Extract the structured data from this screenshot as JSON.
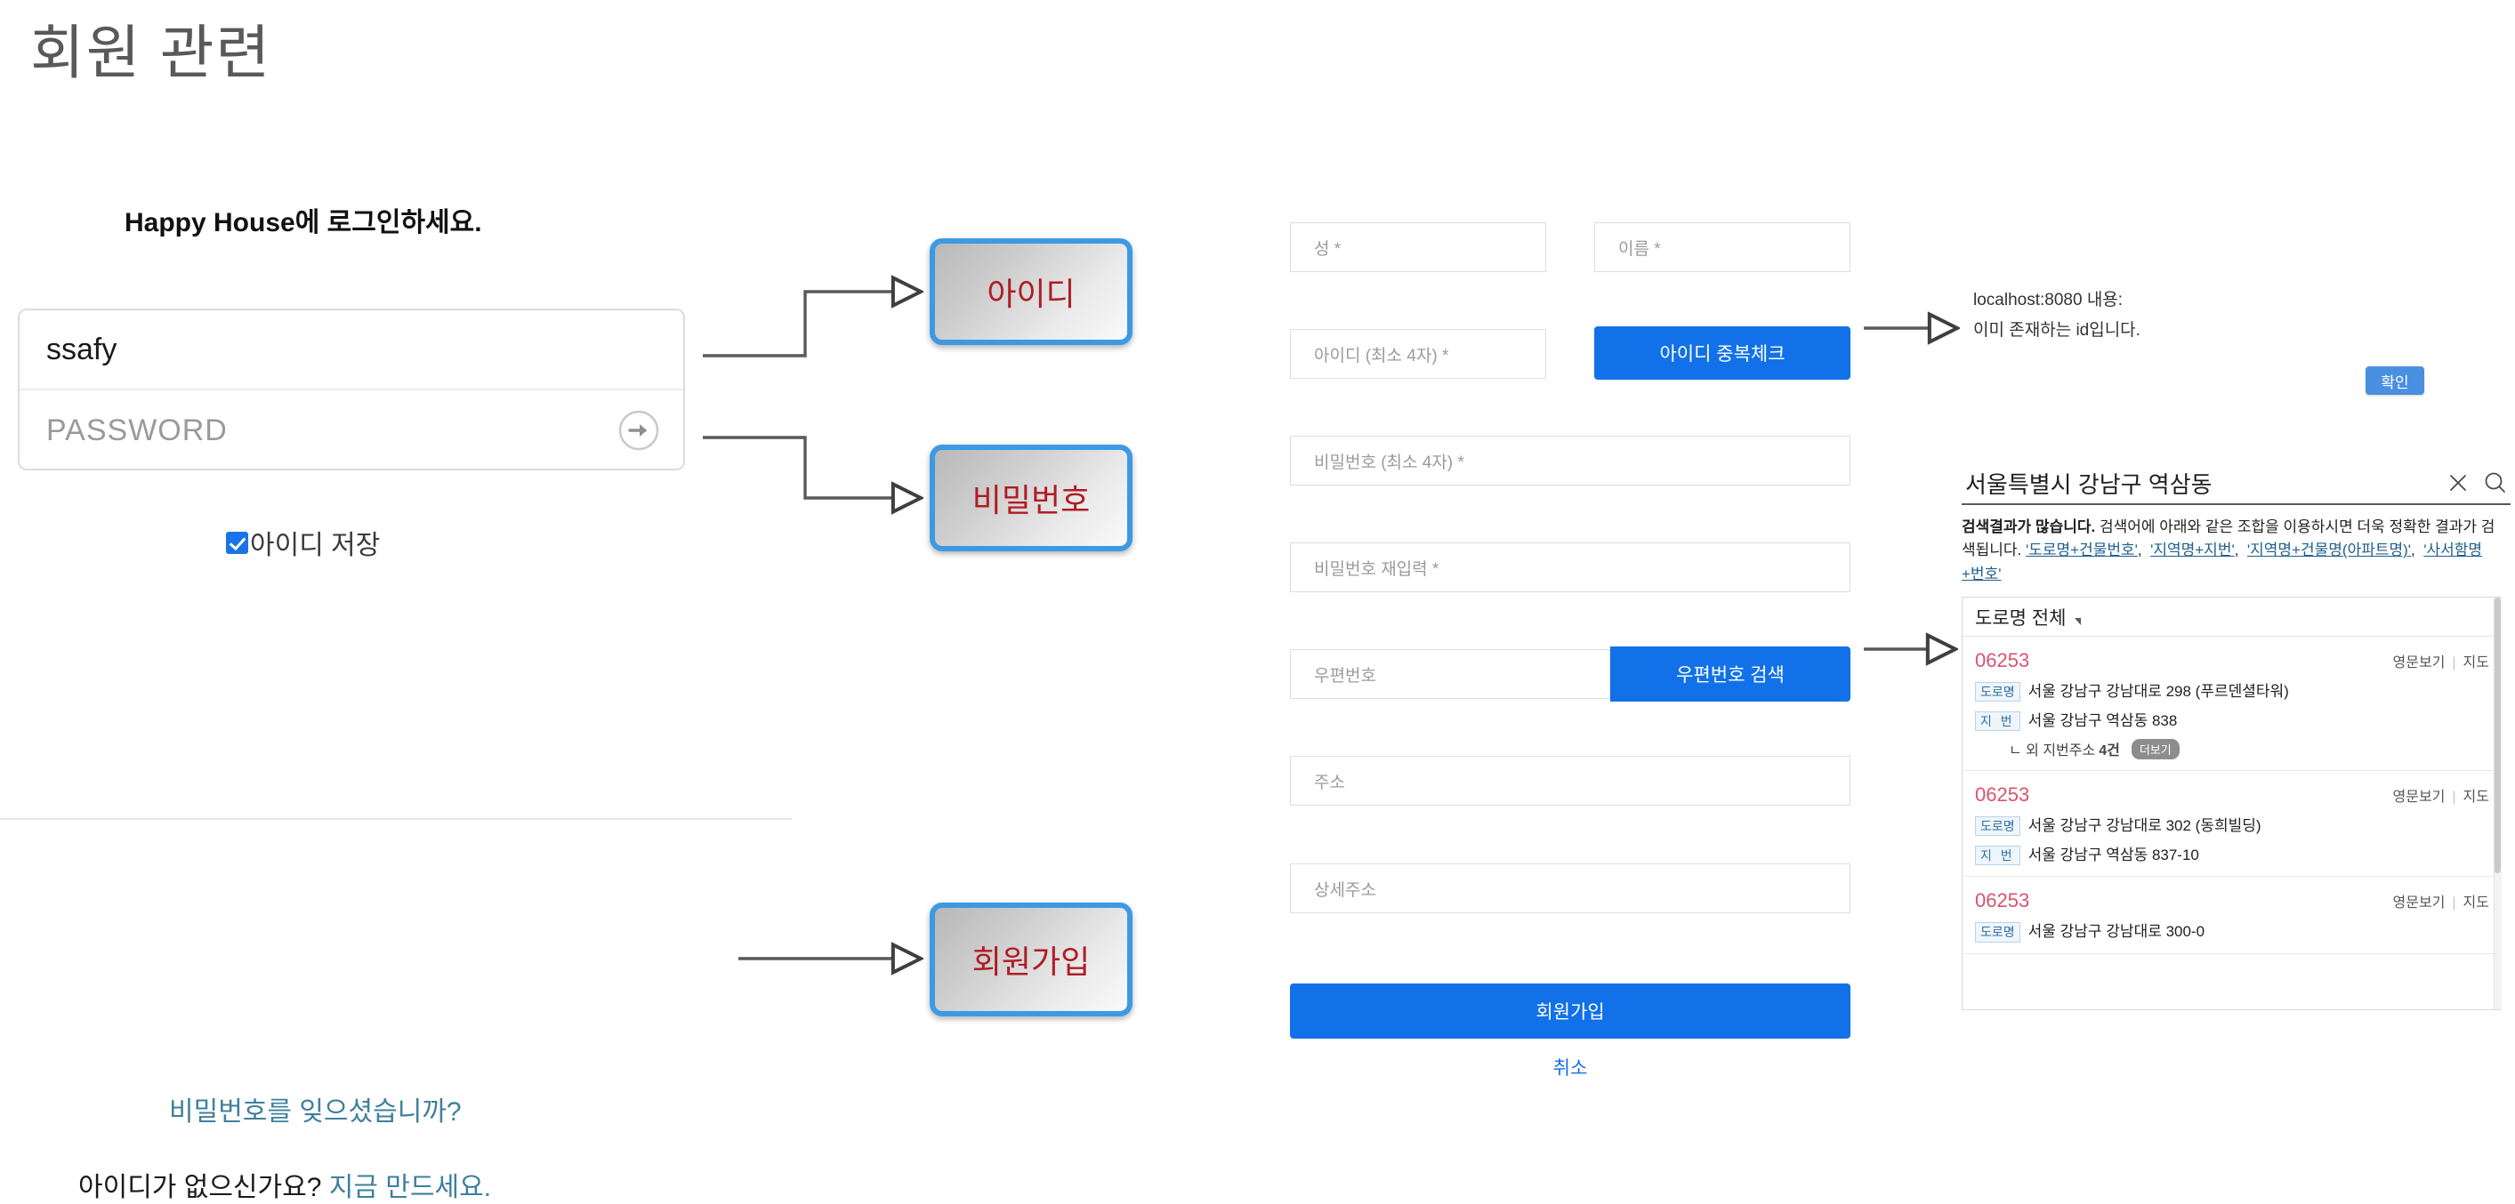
{
  "slide": {
    "title": "회원 관련"
  },
  "login": {
    "heading": "Happy House에 로그인하세요.",
    "id_value": "ssafy",
    "password_placeholder": "PASSWORD",
    "submit_icon": "arrow-right-circle-icon",
    "remember_label": "아이디 저장",
    "remember_checked": true,
    "forgot_link": "비밀번호를 잊으셨습니까?",
    "signup_prompt_prefix": "아이디가 없으신가요? ",
    "signup_prompt_link": "지금 만드세요."
  },
  "callouts": {
    "id": "아이디",
    "password": "비밀번호",
    "signup": "회원가입",
    "border_color": "#3d9ae2",
    "text_color": "#b01c24"
  },
  "signup_form": {
    "fields": {
      "lastname": "성 *",
      "firstname": "이름 *",
      "userid": "아이디 (최소 4자) *",
      "password": "비밀번호 (최소 4자) *",
      "password_confirm": "비밀번호 재입력 *",
      "zipcode": "우편번호",
      "address": "주소",
      "address_detail": "상세주소"
    },
    "buttons": {
      "id_check": "아이디 중복체크",
      "zip_search": "우편번호 검색",
      "signup": "회원가입",
      "cancel": "취소"
    },
    "primary_color": "#1271e8"
  },
  "alert": {
    "origin": "localhost:8080 내용:",
    "message": "이미 존재하는 id입니다.",
    "confirm_label": "확인",
    "confirm_color": "#4a90e2"
  },
  "address_panel": {
    "search_value": "서울특별시 강남구 역삼동",
    "clear_icon": "close-icon",
    "search_icon": "search-icon",
    "hint": {
      "strong": "검색결과가 많습니다.",
      "body_1": " 검색어에 아래와 같은 조합을 이용하시면 더욱 정확한 결과가 검색됩니다. ",
      "links": [
        "'도로명+건물번호'",
        "'지역명+지번'",
        "'지역명+건물명(아파트명)'",
        "'사서함명+번호'"
      ]
    },
    "results_header": "도로명 전체",
    "actions": {
      "english": "영문보기",
      "map": "지도"
    },
    "tags": {
      "road": "도로명",
      "jibun": "지 번"
    },
    "results": [
      {
        "zip": "06253",
        "road": "서울 강남구 강남대로 298 (푸르덴셜타워)",
        "jibun": "서울 강남구 역삼동 838",
        "more_prefix": "ㄴ 외 지번주소 ",
        "more_count": "4건",
        "more_badge": "더보기"
      },
      {
        "zip": "06253",
        "road": "서울 강남구 강남대로 302 (동희빌딩)",
        "jibun": "서울 강남구 역삼동 837-10"
      },
      {
        "zip": "06253",
        "road": "서울 강남구 강남대로 300-0",
        "jibun": ""
      }
    ]
  }
}
